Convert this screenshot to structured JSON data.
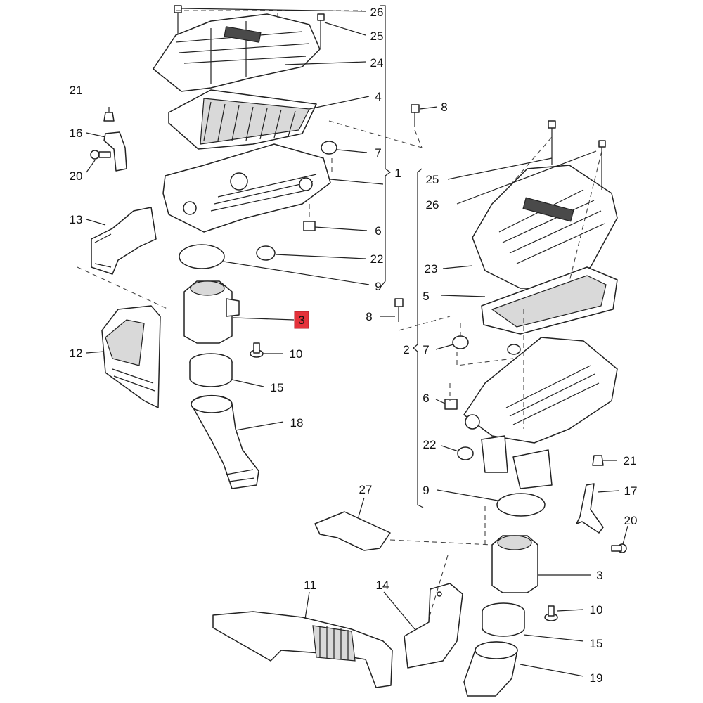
{
  "colors": {
    "line": "#222222",
    "highlight": "#e5323b",
    "background": "#ffffff"
  },
  "callouts": {
    "c26_top": "26",
    "c25_top": "25",
    "c24": "24",
    "c4": "4",
    "c8_top": "8",
    "c21_left": "21",
    "c16": "16",
    "c20_left": "20",
    "c7_top": "7",
    "c1": "1",
    "c25_mid": "25",
    "c26_mid": "26",
    "c13": "13",
    "c6_top": "6",
    "c22_top": "22",
    "c23": "23",
    "c9_top": "9",
    "c5": "5",
    "c3_highlight": "3",
    "c8_mid": "8",
    "c12": "12",
    "c10_left": "10",
    "c2": "2",
    "c7_mid": "7",
    "c15_left": "15",
    "c6_mid": "6",
    "c18": "18",
    "c22_mid": "22",
    "c21_right": "21",
    "c27": "27",
    "c17": "17",
    "c9_mid": "9",
    "c20_right": "20",
    "c3_right": "3",
    "c11": "11",
    "c14": "14",
    "c10_right": "10",
    "c15_right": "15",
    "c19": "19"
  }
}
